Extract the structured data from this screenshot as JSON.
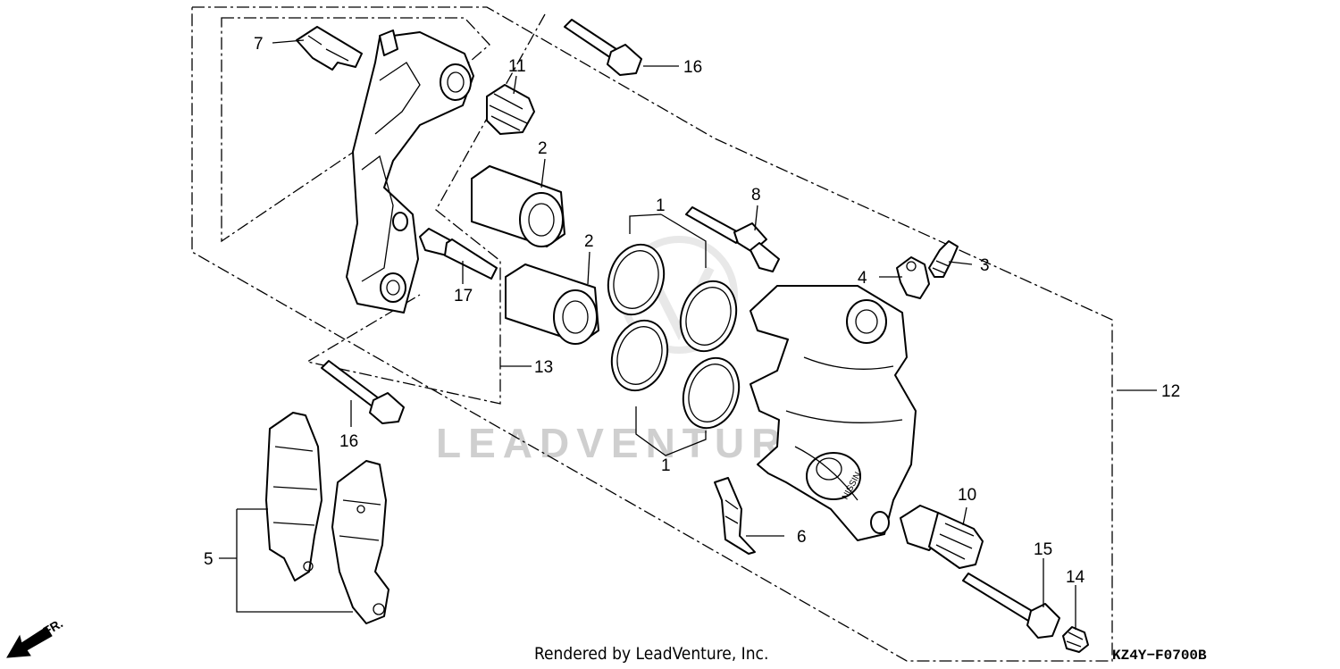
{
  "diagram": {
    "callouts": {
      "c1a": "1",
      "c1b": "1",
      "c2a": "2",
      "c2b": "2",
      "c3": "3",
      "c4": "4",
      "c5": "5",
      "c6": "6",
      "c7": "7",
      "c8": "8",
      "c10": "10",
      "c11": "11",
      "c12": "12",
      "c13": "13",
      "c14": "14",
      "c15": "15",
      "c16a": "16",
      "c16b": "16",
      "c17": "17"
    },
    "caliper_brand": "NISSIN",
    "direction_label": "FR.",
    "diagram_code": "KZ4Y−F0700B",
    "credit": "Rendered by LeadVenture, Inc.",
    "watermark": "LEADVENTURE"
  }
}
